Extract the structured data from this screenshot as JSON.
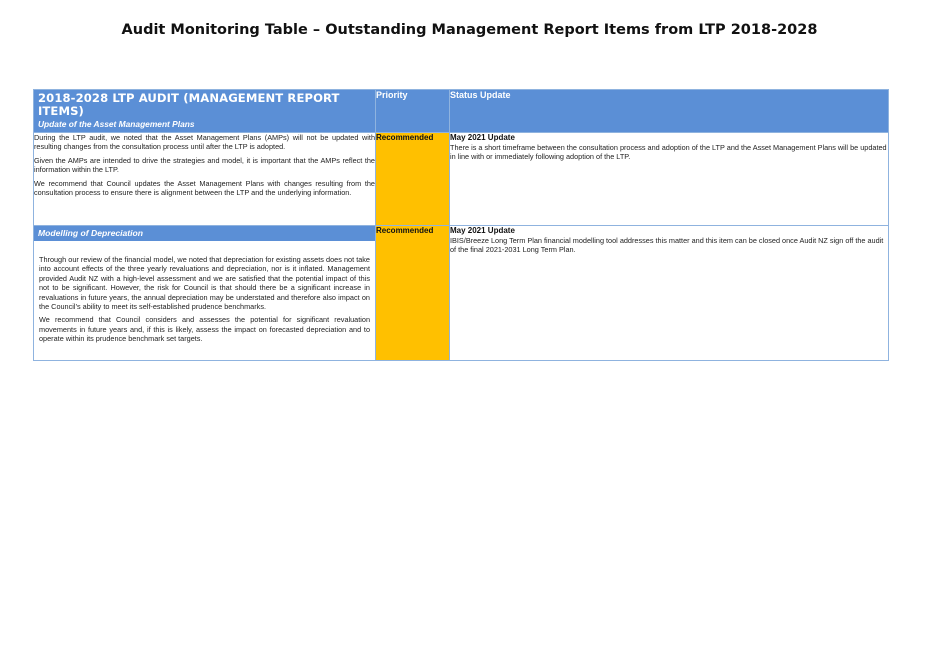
{
  "page": {
    "title": "Audit Monitoring Table – Outstanding Management Report Items from LTP 2018-2028"
  },
  "table": {
    "banner": "2018-2028 LTP AUDIT (MANAGEMENT REPORT ITEMS)",
    "columns": {
      "priority": "Priority",
      "status": "Status Update"
    },
    "items": [
      {
        "heading": "Update of the Asset Management Plans",
        "paragraphs": [
          "During the LTP audit, we noted that the Asset Management Plans (AMPs) will not be updated with resulting changes from the consultation process until after the LTP is adopted.",
          "Given the AMPs are intended to drive the strategies and model, it is important that the AMPs reflect the information within the LTP.",
          "We recommend that Council updates the Asset Management Plans with changes resulting from the consultation process to ensure there is alignment between the LTP and the underlying information."
        ],
        "priority": "Recommended",
        "status_title": "May 2021 Update",
        "status_text": "There is a short timeframe between the consultation process and adoption of the LTP and the Asset Management Plans will be updated in line with or immediately following adoption of the LTP."
      },
      {
        "heading": "Modelling of Depreciation",
        "paragraphs": [
          "Through our review of the financial model, we noted that depreciation for existing assets does not take into account effects of the three yearly revaluations and depreciation, nor is it inflated. Management provided Audit NZ with a high-level assessment and we are satisfied that the potential impact of this not to be significant. However, the risk for Council is that should there be a significant increase in revaluations in future years, the annual depreciation may be understated and therefore also impact on the Council’s ability to meet its self-established prudence benchmarks.",
          "We recommend that Council considers and assesses the potential for significant revaluation movements in future years and, if this is likely, assess the impact on forecasted depreciation and to operate within its prudence benchmark set targets."
        ],
        "priority": "Recommended",
        "status_title": "May 2021 Update",
        "status_text": "IBIS/Breeze Long Term Plan financial modelling tool addresses this matter and this item can be closed once Audit NZ sign off the audit of the final 2021-2031 Long Term Plan."
      }
    ]
  },
  "colors": {
    "header_blue": "#5b8fd6",
    "priority_amber": "#ffc000",
    "border_blue": "#8fb3df"
  }
}
